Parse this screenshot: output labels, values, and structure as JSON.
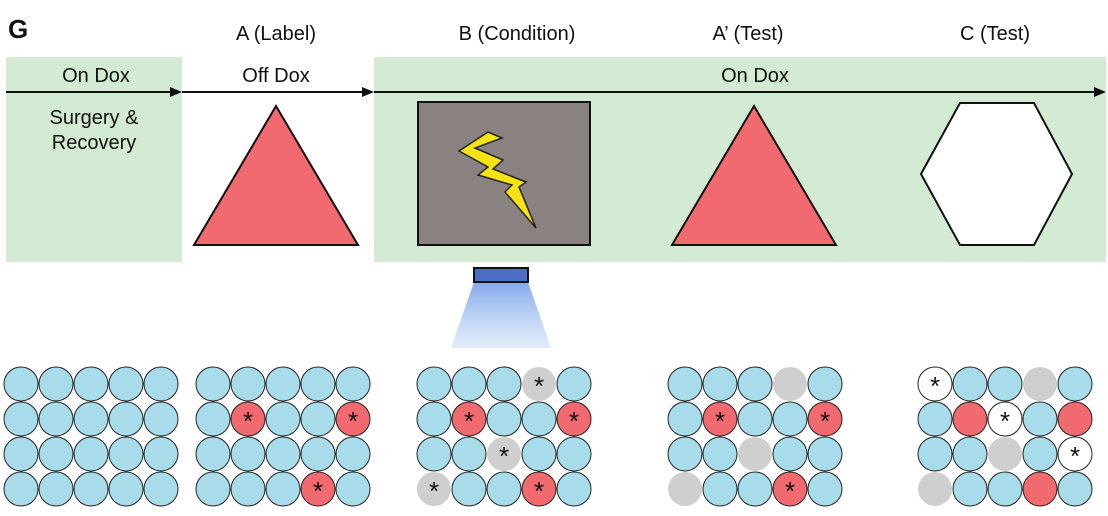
{
  "panel_label": "G",
  "phases": [
    {
      "label": "A (Label)"
    },
    {
      "label": "B (Condition)"
    },
    {
      "label": "A’ (Test)"
    },
    {
      "label": "C (Test)"
    }
  ],
  "timeline": {
    "on_dox_first": "On Dox",
    "off_dox": "Off Dox",
    "on_dox_second": "On Dox",
    "surgery_line1": "Surgery &",
    "surgery_line2": "Recovery"
  },
  "contexts": [
    {
      "shape": "triangle",
      "fill": "#f06a70"
    },
    {
      "shape": "shock-box",
      "fill": "#8a8280",
      "bolt_fill": "#f6e313"
    },
    {
      "shape": "triangle",
      "fill": "#f06a70"
    },
    {
      "shape": "hexagon",
      "fill": "#ffffff"
    }
  ],
  "colors": {
    "dox_band": "#d3ebd2",
    "cell_blue": "#a8dcea",
    "cell_red": "#f06a70",
    "cell_gray": "#cfcfcf",
    "cell_white": "#ffffff",
    "light_source": "#4a6fc4"
  },
  "grids": [
    {
      "rows": [
        [
          "b",
          "b",
          "b",
          "b",
          "b"
        ],
        [
          "b",
          "b",
          "b",
          "b",
          "b"
        ],
        [
          "b",
          "b",
          "b",
          "b",
          "b"
        ],
        [
          "b",
          "b",
          "b",
          "b",
          "b"
        ]
      ],
      "stars": []
    },
    {
      "rows": [
        [
          "b",
          "b",
          "b",
          "b",
          "b"
        ],
        [
          "b",
          "r",
          "b",
          "b",
          "r"
        ],
        [
          "b",
          "b",
          "b",
          "b",
          "b"
        ],
        [
          "b",
          "b",
          "b",
          "r",
          "b"
        ]
      ],
      "stars": [
        [
          1,
          1
        ],
        [
          1,
          4
        ],
        [
          3,
          3
        ]
      ]
    },
    {
      "rows": [
        [
          "b",
          "b",
          "b",
          "g",
          "b"
        ],
        [
          "b",
          "r",
          "b",
          "b",
          "r"
        ],
        [
          "b",
          "b",
          "g",
          "b",
          "b"
        ],
        [
          "g",
          "b",
          "b",
          "r",
          "b"
        ]
      ],
      "stars": [
        [
          0,
          3
        ],
        [
          1,
          1
        ],
        [
          1,
          4
        ],
        [
          2,
          2
        ],
        [
          3,
          0
        ],
        [
          3,
          3
        ]
      ]
    },
    {
      "rows": [
        [
          "b",
          "b",
          "b",
          "g",
          "b"
        ],
        [
          "b",
          "r",
          "b",
          "b",
          "r"
        ],
        [
          "b",
          "b",
          "g",
          "b",
          "b"
        ],
        [
          "g",
          "b",
          "b",
          "r",
          "b"
        ]
      ],
      "stars": [
        [
          1,
          1
        ],
        [
          1,
          4
        ],
        [
          3,
          3
        ]
      ]
    },
    {
      "rows": [
        [
          "w",
          "b",
          "b",
          "g",
          "b"
        ],
        [
          "b",
          "r",
          "w",
          "b",
          "r"
        ],
        [
          "b",
          "b",
          "g",
          "b",
          "w"
        ],
        [
          "g",
          "b",
          "b",
          "r",
          "b"
        ]
      ],
      "stars": [
        [
          0,
          0
        ],
        [
          1,
          2
        ],
        [
          2,
          4
        ]
      ]
    }
  ],
  "star_symbol": "*"
}
